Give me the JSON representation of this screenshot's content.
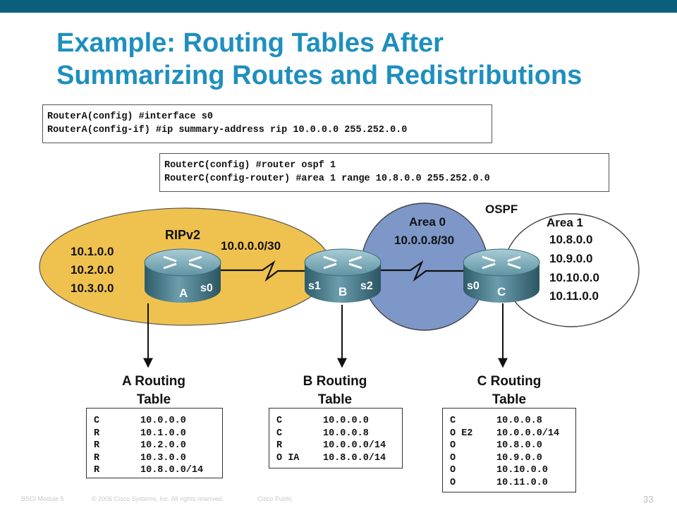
{
  "title": {
    "line1": "Example: Routing Tables After",
    "line2": "Summarizing Routes and Redistributions"
  },
  "config_a": {
    "line1": "RouterA(config) #interface s0",
    "line2": "RouterA(config-if) #ip summary-address rip 10.0.0.0 255.252.0.0"
  },
  "config_c": {
    "line1": "RouterC(config) #router ospf 1",
    "line2": "RouterC(config-router) #area 1 range 10.8.0.0 255.252.0.0"
  },
  "diagram": {
    "ripv2_label": "RIPv2",
    "ospf_label": "OSPF",
    "area0_label": "Area 0",
    "area0_net": "10.0.0.8/30",
    "area1_label": "Area 1",
    "link_ab_net": "10.0.0.0/30",
    "rip_networks": [
      "10.1.0.0",
      "10.2.0.0",
      "10.3.0.0"
    ],
    "area1_networks": [
      "10.8.0.0",
      "10.9.0.0",
      "10.10.0.0",
      "10.11.0.0"
    ],
    "routers": {
      "a": {
        "name": "A",
        "ifaces": [
          "s0"
        ]
      },
      "b": {
        "name": "B",
        "ifaces": [
          "s1",
          "s2"
        ]
      },
      "c": {
        "name": "C",
        "ifaces": [
          "s0"
        ]
      }
    },
    "colors": {
      "rip_area": "#efc24f",
      "area0": "#7d97c8",
      "area1": "#ffffff",
      "router_body": "#4a7f8f",
      "router_top": "#8fb7c3"
    }
  },
  "tables": {
    "a": {
      "title_line1": "A Routing",
      "title_line2": "Table",
      "rows": [
        {
          "code": "C",
          "net": "10.0.0.0"
        },
        {
          "code": "R",
          "net": "10.1.0.0"
        },
        {
          "code": "R",
          "net": "10.2.0.0"
        },
        {
          "code": "R",
          "net": "10.3.0.0"
        },
        {
          "code": "R",
          "net": "10.8.0.0/14"
        }
      ]
    },
    "b": {
      "title_line1": "B Routing",
      "title_line2": "Table",
      "rows": [
        {
          "code": "C",
          "net": "10.0.0.0"
        },
        {
          "code": "C",
          "net": "10.0.0.8"
        },
        {
          "code": "R",
          "net": "10.0.0.0/14"
        },
        {
          "code": "O IA",
          "net": "10.8.0.0/14"
        }
      ]
    },
    "c": {
      "title_line1": "C Routing",
      "title_line2": "Table",
      "rows": [
        {
          "code": "C",
          "net": "10.0.0.8"
        },
        {
          "code": "O E2",
          "net": "10.0.0.0/14"
        },
        {
          "code": "O",
          "net": "10.8.0.0"
        },
        {
          "code": "O",
          "net": "10.9.0.0"
        },
        {
          "code": "O",
          "net": "10.10.0.0"
        },
        {
          "code": "O",
          "net": "10.11.0.0"
        }
      ]
    }
  },
  "footer": {
    "module": "BSCI Module 5",
    "copyright": "© 2006 Cisco Systems, Inc. All rights reserved.",
    "classification": "Cisco Public",
    "page": "33"
  }
}
